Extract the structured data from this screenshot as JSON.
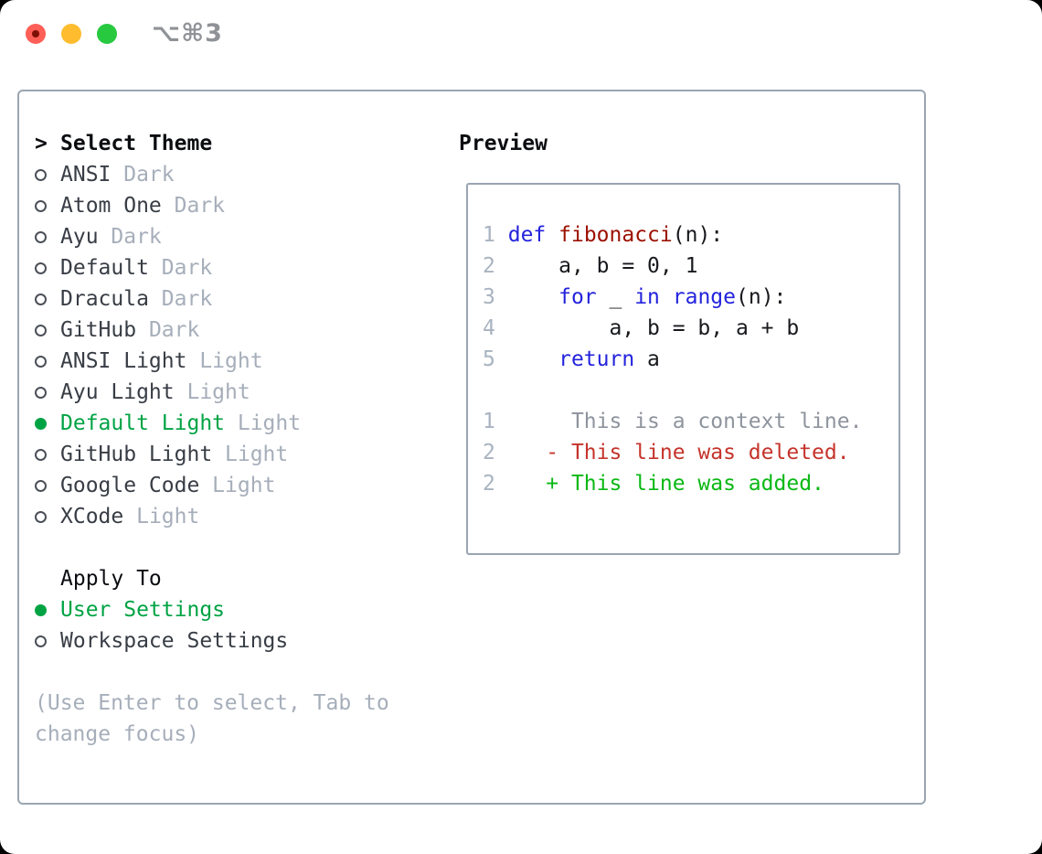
{
  "window": {
    "title": "⌥⌘3",
    "traffic_lights": [
      "close",
      "minimize",
      "zoom"
    ]
  },
  "theme_panel": {
    "header": {
      "cursor": ">",
      "label": "Select Theme"
    },
    "themes": [
      {
        "name": "ANSI",
        "tag": "Dark",
        "selected": false
      },
      {
        "name": "Atom One",
        "tag": "Dark",
        "selected": false
      },
      {
        "name": "Ayu",
        "tag": "Dark",
        "selected": false
      },
      {
        "name": "Default",
        "tag": "Dark",
        "selected": false
      },
      {
        "name": "Dracula",
        "tag": "Dark",
        "selected": false
      },
      {
        "name": "GitHub",
        "tag": "Dark",
        "selected": false
      },
      {
        "name": "ANSI Light",
        "tag": "Light",
        "selected": false
      },
      {
        "name": "Ayu Light",
        "tag": "Light",
        "selected": false
      },
      {
        "name": "Default Light",
        "tag": "Light",
        "selected": true
      },
      {
        "name": "GitHub Light",
        "tag": "Light",
        "selected": false
      },
      {
        "name": "Google Code",
        "tag": "Light",
        "selected": false
      },
      {
        "name": "XCode",
        "tag": "Light",
        "selected": false
      }
    ],
    "apply_to": {
      "header": "Apply To",
      "options": [
        {
          "name": "User Settings",
          "selected": true
        },
        {
          "name": "Workspace Settings",
          "selected": false
        }
      ]
    },
    "hint_lines": [
      "(Use Enter to select, Tab to",
      "change focus)"
    ]
  },
  "preview": {
    "header": "Preview",
    "lines": [
      [
        {
          "c": "num",
          "t": "1"
        },
        {
          "c": "plain",
          "t": " "
        },
        {
          "c": "kw",
          "t": "def"
        },
        {
          "c": "plain",
          "t": " "
        },
        {
          "c": "fn",
          "t": "fibonacci"
        },
        {
          "c": "plain",
          "t": "(n):"
        }
      ],
      [
        {
          "c": "num",
          "t": "2"
        },
        {
          "c": "plain",
          "t": "     a, b = 0, 1"
        }
      ],
      [
        {
          "c": "num",
          "t": "3"
        },
        {
          "c": "plain",
          "t": "     "
        },
        {
          "c": "kw",
          "t": "for"
        },
        {
          "c": "plain",
          "t": " _ "
        },
        {
          "c": "kw",
          "t": "in"
        },
        {
          "c": "plain",
          "t": " "
        },
        {
          "c": "kw",
          "t": "range"
        },
        {
          "c": "plain",
          "t": "(n):"
        }
      ],
      [
        {
          "c": "num",
          "t": "4"
        },
        {
          "c": "plain",
          "t": "         a, b = b, a + b"
        }
      ],
      [
        {
          "c": "num",
          "t": "5"
        },
        {
          "c": "plain",
          "t": "     "
        },
        {
          "c": "kw",
          "t": "return"
        },
        {
          "c": "plain",
          "t": " a"
        }
      ],
      [],
      [
        {
          "c": "num",
          "t": "1"
        },
        {
          "c": "ctx",
          "t": "      This is a context line."
        }
      ],
      [
        {
          "c": "num",
          "t": "2"
        },
        {
          "c": "plain",
          "t": "    "
        },
        {
          "c": "del",
          "t": "- This line was deleted."
        }
      ],
      [
        {
          "c": "num",
          "t": "2"
        },
        {
          "c": "plain",
          "t": "    "
        },
        {
          "c": "add",
          "t": "+ This line was added."
        }
      ]
    ]
  },
  "colors": {
    "accent_green": "#00a344",
    "muted": "#a6aeba",
    "text_dark": "#383d45",
    "header_black": "#0b0d11",
    "panel_border": "#9aa5b1",
    "line_num": "#a9b3c0",
    "kw": "#2323dd",
    "fn": "#9b1000",
    "code_plain": "#17191d",
    "ctx": "#8e949d",
    "del": "#c5342b",
    "add": "#0ab814",
    "title_gray": "#8f9296",
    "traffic_red": "#ff5f57",
    "traffic_yellow": "#febc2e",
    "traffic_green": "#27c93f",
    "red_dot": "#7d1007",
    "radio_border": "#4b5058"
  }
}
